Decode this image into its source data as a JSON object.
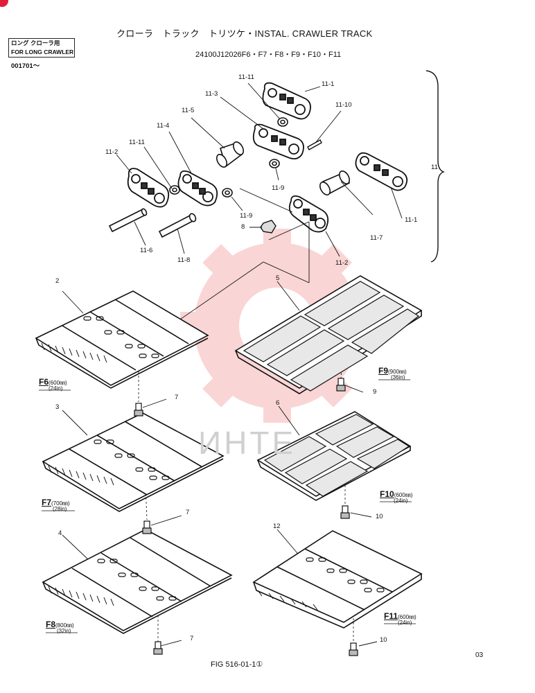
{
  "header": {
    "title": "クローラ　トラック　トリツケ・INSTAL. CRAWLER TRACK",
    "part_no": "24100J12026F6・F7・F8・F9・F10・F11",
    "stamp_line1": "ロング クローラ用",
    "stamp_line2": "FOR LONG CRAWLER",
    "serial": "001701～"
  },
  "callouts": {
    "c11_11a": "11-11",
    "c11_1a": "11-1",
    "c11_3": "11-3",
    "c11_10": "11-10",
    "c11_5": "11-5",
    "c11_4": "11-4",
    "c11_11b": "11-11",
    "c11_2a": "11-2",
    "c11": "11",
    "c11_9a": "11-9",
    "c11_1b": "11-1",
    "c11_9b": "11-9",
    "c8": "8",
    "c11_7": "11-7",
    "c11_6": "11-6",
    "c11_8": "11-8",
    "c11_2b": "11-2",
    "c2": "2",
    "c5": "5",
    "c3": "3",
    "c6": "6",
    "c4": "4",
    "c12": "12",
    "c7a": "7",
    "c7b": "7",
    "c7c": "7",
    "c9": "9",
    "c10a": "10",
    "c10b": "10"
  },
  "shoes": {
    "f6_name": "F6",
    "f6_width": "(600㎜)",
    "f6_inch": "(24in)",
    "f7_name": "F7",
    "f7_width": "(700㎜)",
    "f7_inch": "(28in)",
    "f8_name": "F8",
    "f8_width": "(800㎜)",
    "f8_inch": "(32in)",
    "f9_name": "F9",
    "f9_width": "(900㎜)",
    "f9_inch": "(36in)",
    "f10_name": "F10",
    "f10_width": "(600㎜)",
    "f10_inch": "(24in)",
    "f11_name": "F11",
    "f11_width": "(600㎜)",
    "f11_inch": "(24in)"
  },
  "footer": {
    "figure": "FIG 516-01-1①",
    "page": "03"
  },
  "watermark": "ИНТЕ"
}
